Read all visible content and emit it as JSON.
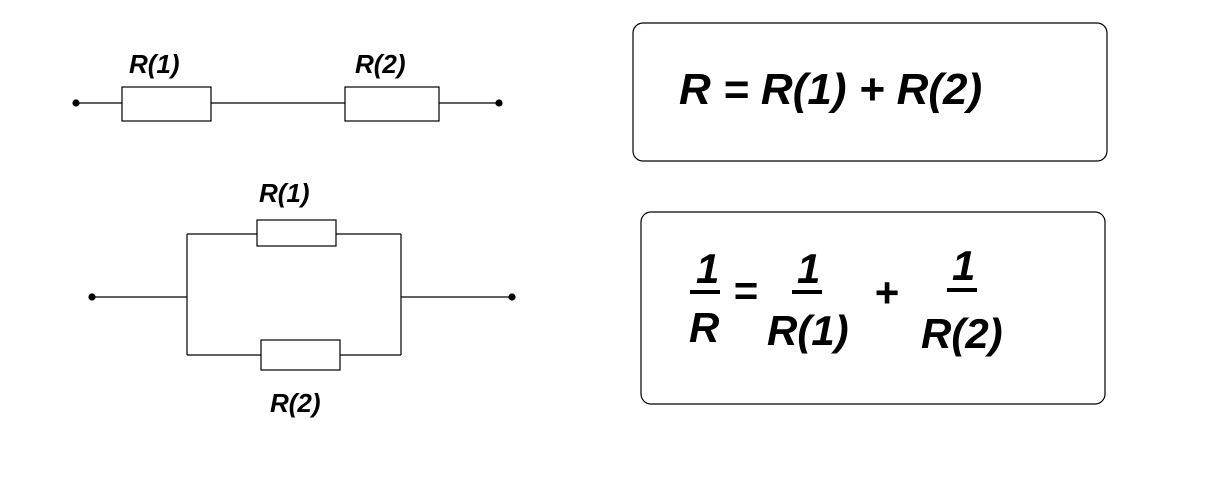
{
  "series_circuit": {
    "r1_label": "R(1)",
    "r2_label": "R(2)"
  },
  "parallel_circuit": {
    "r1_label": "R(1)",
    "r2_label": "R(2)"
  },
  "series_formula": {
    "text": "R = R(1) + R(2)"
  },
  "parallel_formula": {
    "lhs_numerator": "1",
    "lhs_denominator": "R",
    "equals": "=",
    "term1_numerator": "1",
    "term1_denominator": "R(1)",
    "plus": "+",
    "term2_numerator": "1",
    "term2_denominator": "R(2)"
  }
}
